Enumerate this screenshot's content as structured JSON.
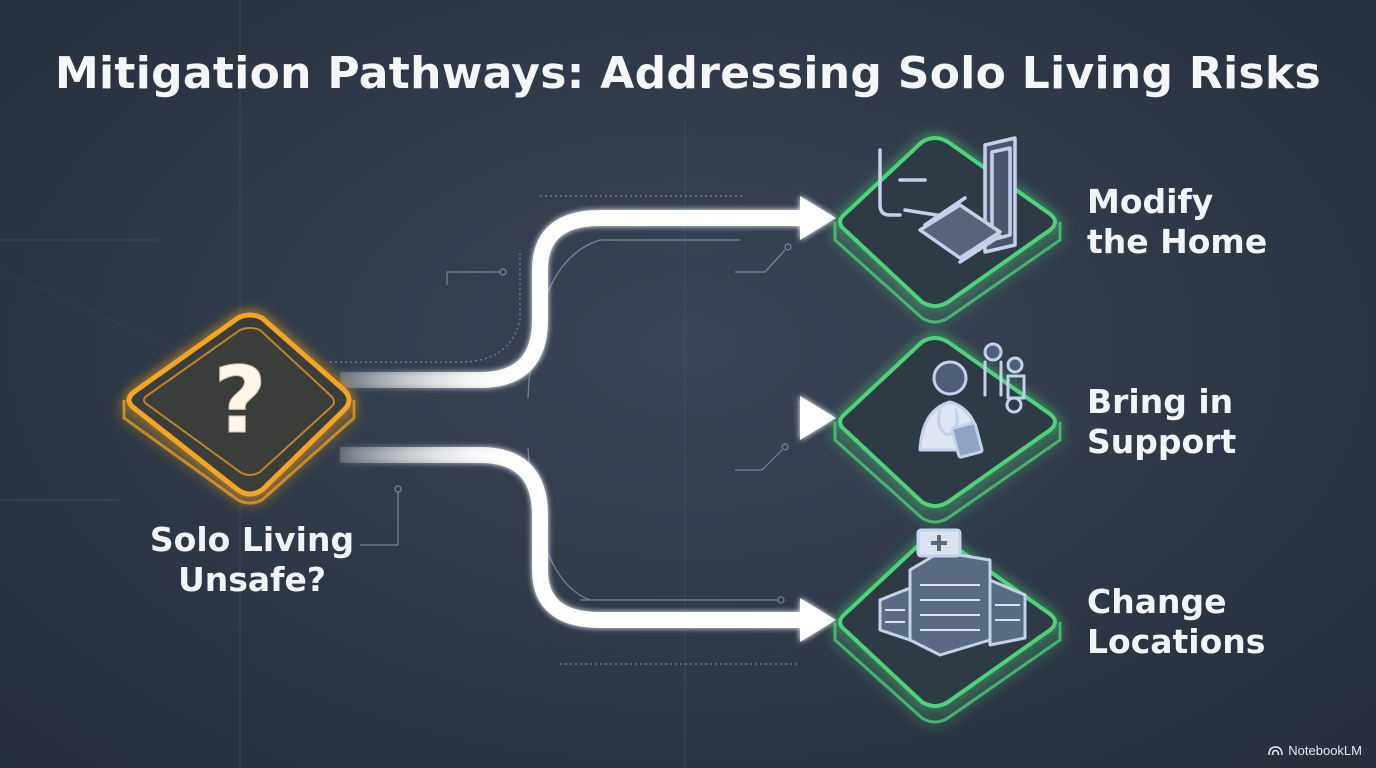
{
  "title": "Mitigation Pathways: Addressing Solo Living Risks",
  "decision": {
    "symbol": "?",
    "label": "Solo Living\nUnsafe?"
  },
  "pathways": [
    {
      "label": "Modify\nthe Home",
      "icon": "home-modification-icon"
    },
    {
      "label": "Bring in\nSupport",
      "icon": "caregiver-icon"
    },
    {
      "label": "Change\nLocations",
      "icon": "hospital-building-icon"
    }
  ],
  "colors": {
    "decision_accent": "#f2a623",
    "pathway_accent": "#4fd17e",
    "arrow": "#ffffff",
    "icon": "#b9c9e6"
  },
  "watermark": "NotebookLM"
}
